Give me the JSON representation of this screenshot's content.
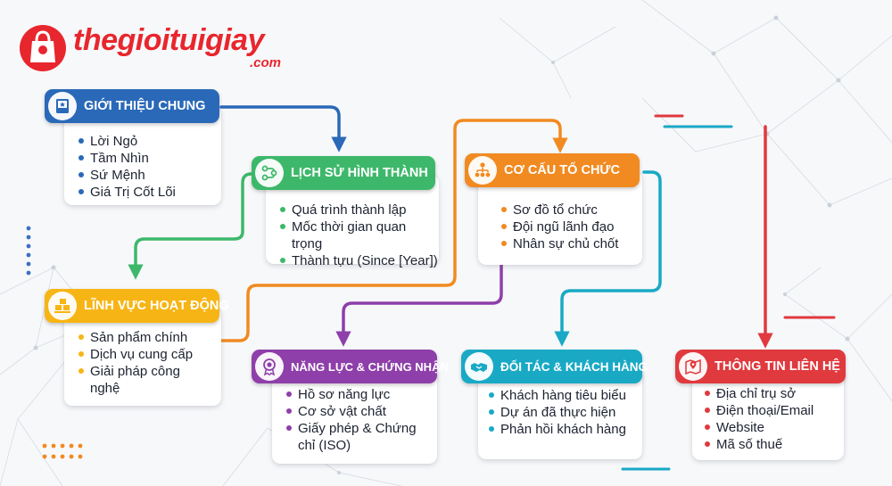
{
  "logo": {
    "name": "thegioituigiay",
    "domain": ".com"
  },
  "colors": {
    "blue": "#2a69b8",
    "green": "#3db86a",
    "orange": "#f18a21",
    "yellow": "#f7b515",
    "purple": "#8e3fa9",
    "teal": "#19a9c5",
    "red": "#e0393e",
    "brand": "#e8262d"
  },
  "sections": {
    "gioi_thieu": {
      "title": "GIỚI THIỆU CHUNG",
      "icon": "book-icon",
      "items": [
        "Lời Ngỏ",
        "Tầm Nhìn",
        "Sứ Mệnh",
        "Giá Trị Cốt Lõi"
      ]
    },
    "lich_su": {
      "title": "LỊCH SỬ HÌNH THÀNH",
      "icon": "timeline-icon",
      "items": [
        "Quá trình thành lập",
        "Mốc thời gian quan trọng",
        "Thành tựu (Since [Year])"
      ]
    },
    "co_cau": {
      "title": "CƠ CẤU TỔ CHỨC",
      "icon": "org-chart-icon",
      "items": [
        "Sơ đồ tổ chức",
        "Đội ngũ lãnh đạo",
        "Nhân sự chủ chốt"
      ]
    },
    "linh_vuc": {
      "title": "LĨNH VỰC HOẠT ĐỘNG",
      "icon": "boxes-icon",
      "items": [
        "Sản phẩm chính",
        "Dịch vụ cung cấp",
        "Giải pháp công nghệ"
      ]
    },
    "nang_luc": {
      "title": "NĂNG LỰC & CHỨNG NHẬN",
      "icon": "award-icon",
      "items": [
        "Hồ sơ năng lực",
        "Cơ sở vật chất",
        "Giấy phép & Chứng chỉ (ISO)"
      ]
    },
    "doi_tac": {
      "title": "ĐỐI TÁC & KHÁCH HÀNG",
      "icon": "handshake-icon",
      "items": [
        "Khách hàng tiêu biểu",
        "Dự án đã thực hiện",
        "Phản hồi khách hàng"
      ]
    },
    "lien_he": {
      "title": "THÔNG TIN LIÊN HỆ",
      "icon": "map-pin-icon",
      "items": [
        "Địa chỉ trụ sở",
        "Điện thoại/Email",
        "Website",
        "Mã số thuế"
      ]
    }
  }
}
